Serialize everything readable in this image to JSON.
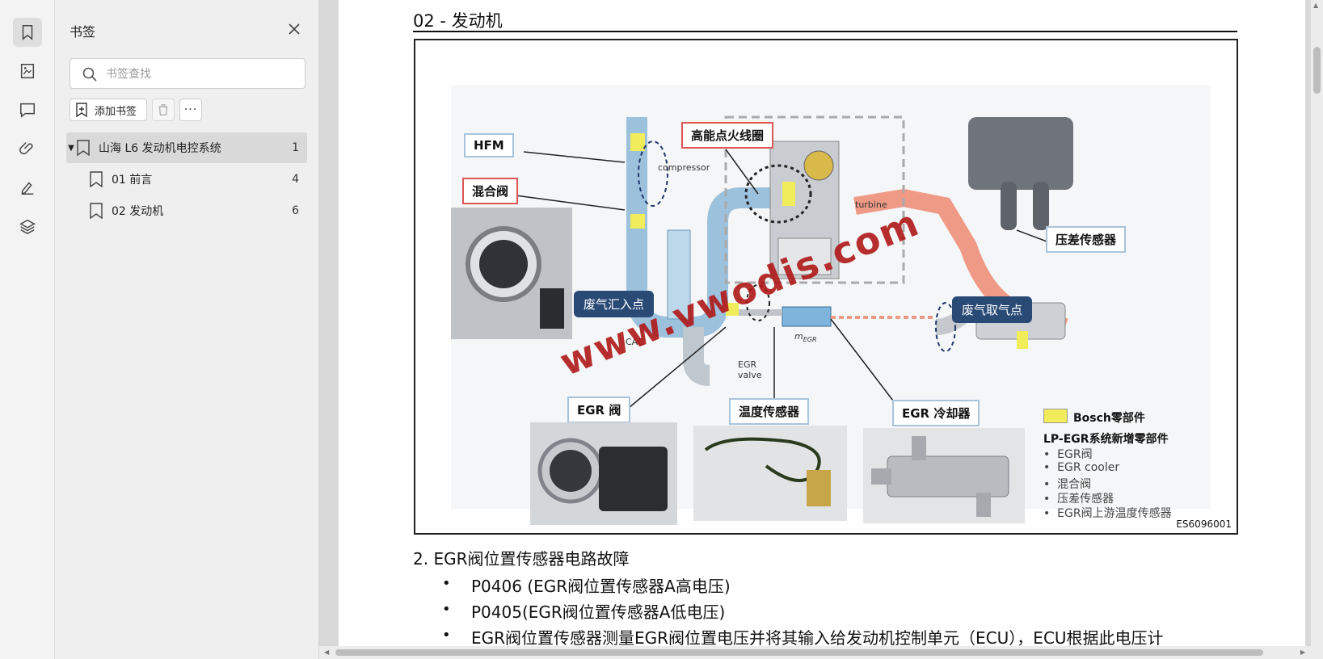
{
  "panel": {
    "title": "书签",
    "search_placeholder": "书签查找",
    "add_label": "添加书签",
    "more_label": "···",
    "bookmarks": [
      {
        "label": "山海 L6 发动机电控系统",
        "page": "1"
      },
      {
        "label": "01 前言",
        "page": "4"
      },
      {
        "label": "02 发动机",
        "page": "6"
      }
    ]
  },
  "rail": {
    "icons": [
      "bookmark-icon",
      "thumbnail-icon",
      "comment-icon",
      "attachment-icon",
      "signature-icon",
      "layers-icon"
    ]
  },
  "document": {
    "chapter_title": "02 - 发动机",
    "figure_code": "ES6096001",
    "figure": {
      "labels": {
        "hfm": "HFM",
        "mix_valve": "混合阀",
        "coil": "高能点火线圈",
        "dp_sensor": "压差传感器",
        "exhaust_in": "废气汇入点",
        "exhaust_take": "废气取气点",
        "egr_valve": "EGR 阀",
        "temp_sensor": "温度传感器",
        "egr_cooler": "EGR 冷却器",
        "compressor": "compressor",
        "turbine": "turbine",
        "cac": "CAC",
        "egr_valve_small_1": "EGR",
        "egr_valve_small_2": "valve",
        "m_egr": "m",
        "m_egr_sub": "EGR"
      },
      "legend": {
        "bosch": "Bosch零部件",
        "title": "LP-EGR系统新增零部件",
        "items": [
          "EGR阀",
          "EGR cooler",
          "混合阀",
          "压差传感器",
          "EGR阀上游温度传感器"
        ]
      },
      "watermark": "www.vwodis.com"
    },
    "section_title": "2.  EGR阀位置传感器电路故障",
    "bullets": [
      "P0406 (EGR阀位置传感器A高电压)",
      "P0405(EGR阀位置传感器A低电压)",
      "EGR阀位置传感器测量EGR阀位置电压并将其输入给发动机控制单元（ECU），ECU根据此电压计"
    ]
  },
  "colors": {
    "accent_red": "#d55555",
    "navy": "#2a4a76",
    "bosch_yellow": "#f0ec5a",
    "label_border": "#a8c4dc"
  }
}
